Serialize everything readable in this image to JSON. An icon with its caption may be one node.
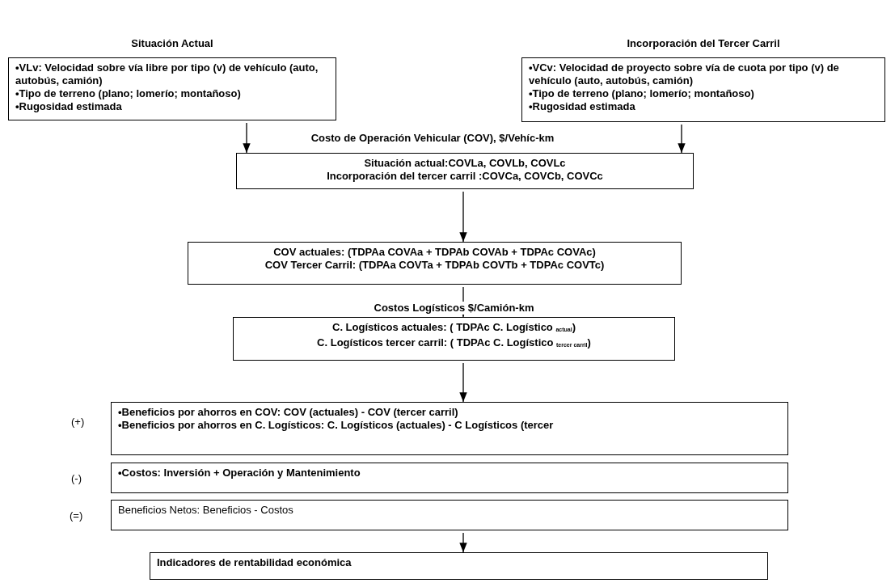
{
  "diagram": {
    "nodes": [
      {
        "text": [
          "Situación Actual",
          "•VLv: Velocidad sobre vía libre por tipo (v)  de vehículo (auto, autobús, camión)",
          "•Tipo de terreno (plano; lomerío; montañoso)",
          "•Rugosidad estimada"
        ]
      },
      {
        "text": [
          "Incorporación del Tercer Carril",
          "•VCv: Velocidad de proyecto sobre vía de cuota por tipo (v)  de vehículo (auto, autobús, camión)",
          "•Tipo de terreno (plano; lomerío; montañoso)",
          "•Rugosidad estimada"
        ]
      },
      {
        "text": [
          "Costo de Operación Vehicular (COV), $/Vehíc-km",
          "Situación actual:COVLa, COVLb, COVLc",
          "Incorporación del tercer carril :COVCa, COVCb, COVCc"
        ]
      },
      {
        "text": [
          "COV  actuales:  (TDPAa  COVAa  + TDPAb COVAb + TDPAc  COVAc)",
          "COV Tercer Carril:  (TDPAa COVTa + TDPAb  COVTb + TDPAc  COVTc)"
        ]
      },
      {
        "text": [
          "Costos Logísticos $/Camión-km",
          "C. Logísticos actuales:  ( TDPAc  C. Logístico $_{actual}$)",
          "C. Logísticos tercer carril:  ( TDPAc  C. Logístico $_{tercer carril}$)"
        ]
      },
      {
        "text": [
          "•Beneficios por ahorros en COV: COV (actuales) - COV (tercer carril)",
          "•Beneficios por ahorros en C. Logísticos: C. Logísticos (actuales) - C Logísticos (tercer"
        ],
        "beside": [
          "(+)"
        ]
      },
      {
        "text": [
          "•Costos: Inversión + Operación y Mantenimiento"
        ],
        "beside": [
          "(-)"
        ]
      },
      {
        "text": [
          "Beneficios Netos: Beneficios - Costos"
        ],
        "beside": [
          "(=)"
        ]
      },
      {
        "text": [
          "Indicadores de rentabilidad económica"
        ]
      }
    ],
    "edges": [
      {
        "from": 0,
        "to": 2,
        "arrow": "to"
      },
      {
        "from": 1,
        "to": 2,
        "arrow": "to"
      },
      {
        "from": 2,
        "to": 3,
        "arrow": "to"
      },
      {
        "from": 3,
        "to": 4,
        "arrow": "to"
      },
      {
        "from": 4,
        "to": 5,
        "arrow": "to"
      },
      {
        "from": 7,
        "to": 8,
        "arrow": "to"
      }
    ]
  }
}
